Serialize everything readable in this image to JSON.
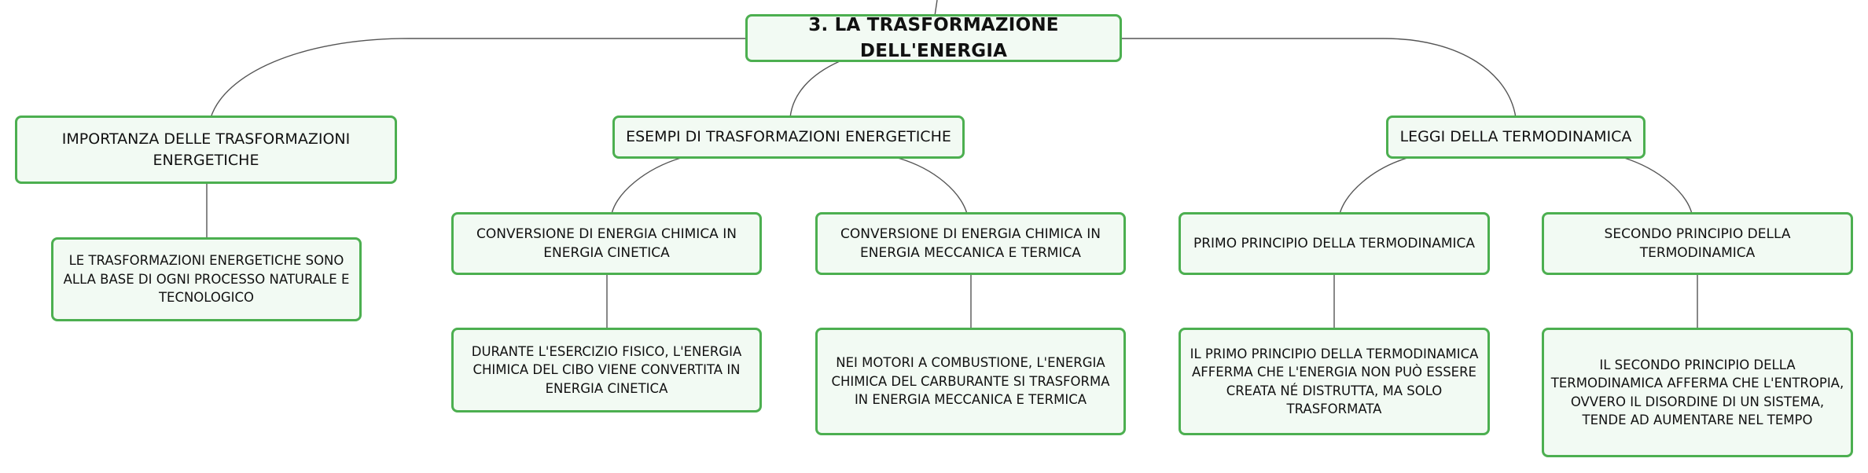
{
  "diagram": {
    "root": {
      "label": "3. LA TRASFORMAZIONE DELL'ENERGIA"
    },
    "branches": [
      {
        "label": "IMPORTANZA DELLE TRASFORMAZIONI ENERGETICHE",
        "detail": "LE TRASFORMAZIONI ENERGETICHE SONO ALLA BASE DI OGNI PROCESSO NATURALE E TECNOLOGICO"
      },
      {
        "label": "ESEMPI DI TRASFORMAZIONI ENERGETICHE",
        "children": [
          {
            "label": "CONVERSIONE DI ENERGIA CHIMICA IN ENERGIA CINETICA",
            "detail": "DURANTE L'ESERCIZIO FISICO, L'ENERGIA CHIMICA DEL CIBO VIENE CONVERTITA IN ENERGIA CINETICA"
          },
          {
            "label": "CONVERSIONE DI ENERGIA CHIMICA IN ENERGIA MECCANICA E TERMICA",
            "detail": "NEI MOTORI A COMBUSTIONE, L'ENERGIA CHIMICA DEL CARBURANTE SI TRASFORMA IN ENERGIA MECCANICA E TERMICA"
          }
        ]
      },
      {
        "label": "LEGGI DELLA TERMODINAMICA",
        "children": [
          {
            "label": "PRIMO PRINCIPIO DELLA TERMODINAMICA",
            "detail": "IL PRIMO PRINCIPIO DELLA TERMODINAMICA AFFERMA CHE L'ENERGIA NON PUÒ ESSERE CREATA NÉ DISTRUTTA, MA SOLO TRASFORMATA"
          },
          {
            "label": "SECONDO PRINCIPIO DELLA TERMODINAMICA",
            "detail": "IL SECONDO PRINCIPIO DELLA TERMODINAMICA AFFERMA CHE L'ENTROPIA, OVVERO IL DISORDINE DI UN SISTEMA, TENDE AD AUMENTARE NEL TEMPO"
          }
        ]
      }
    ],
    "colors": {
      "node_border": "#4caf50",
      "node_fill": "#f2faf3",
      "connector": "#555555"
    }
  }
}
